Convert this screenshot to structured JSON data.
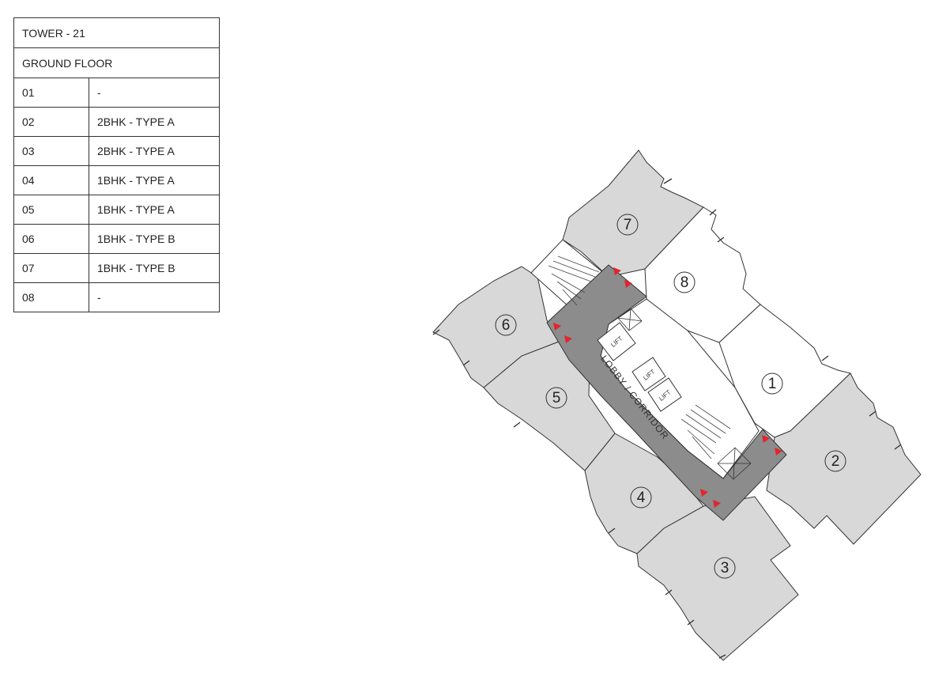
{
  "legend": {
    "tower": "TOWER - 21",
    "floor": "GROUND FLOOR",
    "rows": [
      {
        "unit": "01",
        "type": "-"
      },
      {
        "unit": "02",
        "type": "2BHK - TYPE A"
      },
      {
        "unit": "03",
        "type": "2BHK - TYPE A"
      },
      {
        "unit": "04",
        "type": "1BHK - TYPE A"
      },
      {
        "unit": "05",
        "type": "1BHK - TYPE A"
      },
      {
        "unit": "06",
        "type": "1BHK - TYPE B"
      },
      {
        "unit": "07",
        "type": "1BHK - TYPE B"
      },
      {
        "unit": "08",
        "type": "-"
      }
    ]
  },
  "plan": {
    "unit_numbers": [
      "1",
      "2",
      "3",
      "4",
      "5",
      "6",
      "7",
      "8"
    ],
    "lift_label": "LIFT",
    "corridor_label": "LOBBY / CORRIDOR",
    "colors": {
      "occupied_unit": "#d8d8d8",
      "vacant_unit": "#ffffff",
      "corridor": "#8c8c8c",
      "entry_marker": "#e3242b",
      "outline": "#333333"
    }
  }
}
